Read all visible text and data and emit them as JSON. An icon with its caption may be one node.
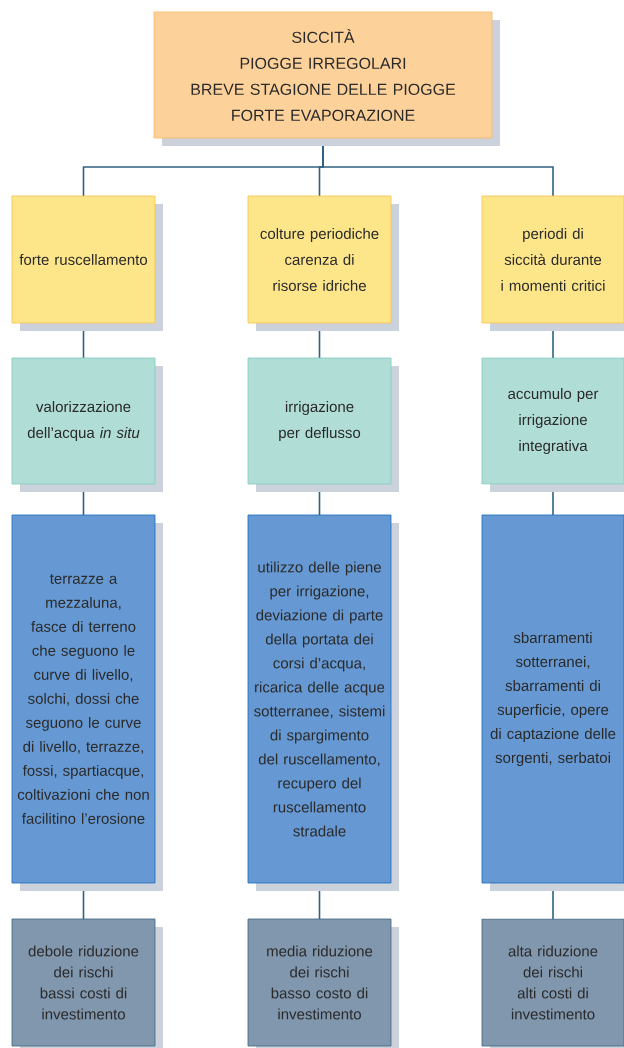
{
  "diagram": {
    "nodes": [
      {
        "text": [
          "SICCITÀ",
          "PIOGGE IRREGOLARI",
          "BREVE STAGIONE DELLE PIOGGE",
          "FORTE EVAPORAZIONE"
        ]
      },
      {
        "text": [
          "forte ruscellamento"
        ]
      },
      {
        "text": [
          "colture periodiche carenza di risorse idriche"
        ]
      },
      {
        "text": [
          "periodi di siccità durante i momenti critici"
        ]
      },
      {
        "text": [
          "valorizzazione dell’acqua *in situ*"
        ]
      },
      {
        "text": [
          "irrigazione per deflusso"
        ]
      },
      {
        "text": [
          "accumulo per irrigazione integrativa"
        ]
      },
      {
        "text": [
          "terrazze a mezzaluna, fasce di terreno che seguono le curve di livello, solchi, dossi che seguono le curve di livello, terrazze, fossi, spartiacque, coltivazioni che non facilitino l’erosione"
        ]
      },
      {
        "text": [
          "utilizzo delle piene per irrigazione, deviazione di parte della portata dei corsi d’acqua, ricarica delle acque sotterranee, sistemi di spargimento del ruscellamento, recupero del ruscellamento stradale"
        ]
      },
      {
        "text": [
          "sbarramenti sotterranei, sbarramenti di superficie, opere di captazione delle sorgenti, serbatoi"
        ]
      },
      {
        "text": [
          "debole riduzione dei rischi",
          "bassi costi di investimento"
        ]
      },
      {
        "text": [
          "media riduzione dei rischi",
          "basso costo di investimento"
        ]
      },
      {
        "text": [
          "alta riduzione dei rischi",
          "alti costi di investimento"
        ]
      }
    ],
    "edges": [
      {
        "from": 0,
        "to": 1,
        "arrow": "none"
      },
      {
        "from": 0,
        "to": 2,
        "arrow": "none"
      },
      {
        "from": 0,
        "to": 3,
        "arrow": "none"
      },
      {
        "from": 1,
        "to": 4,
        "arrow": "none"
      },
      {
        "from": 2,
        "to": 5,
        "arrow": "none"
      },
      {
        "from": 3,
        "to": 6,
        "arrow": "none"
      },
      {
        "from": 4,
        "to": 7,
        "arrow": "none"
      },
      {
        "from": 5,
        "to": 8,
        "arrow": "none"
      },
      {
        "from": 6,
        "to": 9,
        "arrow": "none"
      },
      {
        "from": 7,
        "to": 10,
        "arrow": "none"
      },
      {
        "from": 8,
        "to": 11,
        "arrow": "none"
      },
      {
        "from": 9,
        "to": 12,
        "arrow": "none"
      }
    ]
  }
}
